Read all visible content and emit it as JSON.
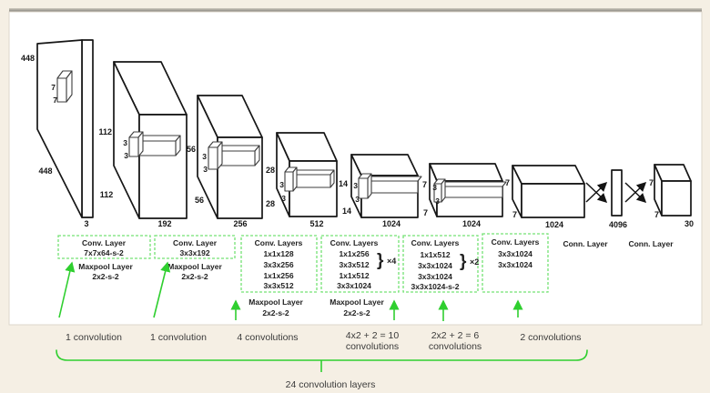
{
  "figure": {
    "name": "YOLO convolutional network architecture diagram",
    "colors": {
      "background": "#f5efe4",
      "panel": "#ffffff",
      "line": "#161616",
      "green_solid": "#2fcf2f",
      "green_dashed": "#74e274",
      "text": "#212121"
    }
  },
  "network": {
    "input": {
      "h": "448",
      "w": "448",
      "d": "3",
      "k1": "7",
      "k2": "7"
    },
    "b2": {
      "h": "112",
      "w": "112",
      "d": "192",
      "k1": "3",
      "k2": "3"
    },
    "b3": {
      "h": "56",
      "w": "56",
      "d": "256",
      "k1": "3",
      "k2": "3"
    },
    "b4": {
      "h": "28",
      "w": "28",
      "d": "512",
      "k1": "3",
      "k2": "3"
    },
    "b5": {
      "h": "14",
      "w": "14",
      "d": "1024",
      "k1": "3",
      "k2": "3"
    },
    "b6": {
      "h": "7",
      "w": "7",
      "d": "1024",
      "k1": "3",
      "k2": "3"
    },
    "b7": {
      "h": "7",
      "w": "7",
      "d": "1024"
    },
    "fc1": {
      "size": "4096"
    },
    "out": {
      "h": "7",
      "w": "7",
      "d": "30"
    }
  },
  "layers": {
    "l1": {
      "title": "Conv. Layer",
      "line1": "7x7x64-s-2",
      "pool_title": "Maxpool Layer",
      "pool_line": "2x2-s-2"
    },
    "l2": {
      "title": "Conv. Layer",
      "line1": "3x3x192",
      "pool_title": "Maxpool Layer",
      "pool_line": "2x2-s-2"
    },
    "l3": {
      "title": "Conv. Layers",
      "line1": "1x1x128",
      "line2": "3x3x256",
      "line3": "1x1x256",
      "line4": "3x3x512",
      "pool_title": "Maxpool Layer",
      "pool_line": "2x2-s-2"
    },
    "l4": {
      "title": "Conv. Layers",
      "line1": "1x1x256",
      "line2": "3x3x512",
      "brace": "}",
      "repeat": "×4",
      "line3": "1x1x512",
      "line4": "3x3x1024",
      "pool_title": "Maxpool Layer",
      "pool_line": "2x2-s-2"
    },
    "l5": {
      "title": "Conv. Layers",
      "line1": "1x1x512",
      "line2": "3x3x1024",
      "brace": "}",
      "repeat": "×2",
      "line3": "3x3x1024",
      "line4": "3x3x1024-s-2"
    },
    "l6": {
      "title": "Conv. Layers",
      "line1": "3x3x1024",
      "line2": "3x3x1024"
    },
    "l7": {
      "title": "Conn. Layer"
    },
    "l8": {
      "title": "Conn. Layer"
    }
  },
  "footer": {
    "c1": "1 convolution",
    "c2": "1 convolution",
    "c3": "4 convolutions",
    "c4a": "4x2 + 2 = 10",
    "c4b": "convolutions",
    "c5a": "2x2 + 2 = 6",
    "c5b": "convolutions",
    "c6": "2 convolutions",
    "total": "24 convolution layers"
  }
}
